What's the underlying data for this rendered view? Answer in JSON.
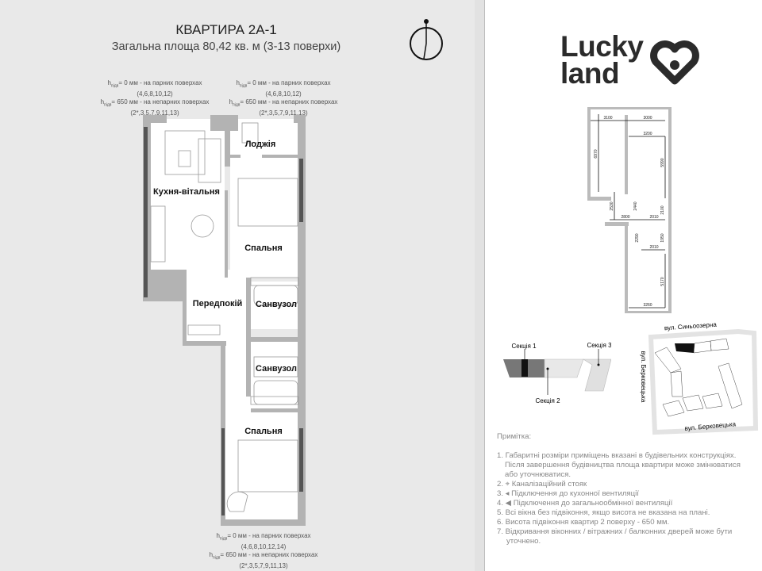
{
  "header": {
    "title": "КВАРТИРА 2А-1",
    "subtitle": "Загальна площа 80,42 кв. м (3-13 поверхи)"
  },
  "sill_notes": {
    "top_left": {
      "h": "h",
      "sub": "підв",
      "line1": "0 мм - на парних поверхах",
      "line2": "(4,6,8,10,12)",
      "line3": "650 мм - на непарних поверхах",
      "line4": "(2*,3,5,7,9,11,13)"
    },
    "top_right": {
      "h": "h",
      "sub": "підв",
      "line1": "0 мм - на парних поверхах",
      "line2": "(4,6,8,10,12)",
      "line3": "650 мм - на непарних поверхах",
      "line4": "(2*,3,5,7,9,11,13)"
    },
    "bottom": {
      "h": "h",
      "sub": "підв",
      "line1": "0 мм - на парних поверхах",
      "line2": "(4,6,8,10,12,14)",
      "line3": "650 мм - на непарних поверхах",
      "line4": "(2*,3,5,7,9,11,13)"
    }
  },
  "rooms": {
    "kitchen": "Кухня-вітальня",
    "loggia": "Лоджія",
    "bedroom1": "Спальня",
    "hallway": "Передпокій",
    "bathroom1": "Санвузол",
    "bathroom2": "Санвузол",
    "bedroom2": "Спальня"
  },
  "logo": {
    "line1": "Lucky",
    "line2": "land"
  },
  "dimensions": [
    "3100",
    "3000",
    "3200",
    "6970",
    "5990",
    "2530",
    "2440",
    "2100",
    "2800",
    "2010",
    "2290",
    "1950",
    "2010",
    "5170",
    "3260"
  ],
  "site": {
    "section1": "Секція 1",
    "section2": "Секція 2",
    "section3": "Секція 3",
    "street_north": "вул. Синьоозерна",
    "street_west": "вул. Берковецька",
    "street_south": "вул. Берковецька"
  },
  "notes": {
    "heading": "Примітка:",
    "items": [
      "1. Габаритні розміри приміщень вказані в будівельних конструкціях.",
      "Після завершення будівництва площа квартири може змінюватися",
      "або уточнюватися.",
      "2.   ⌖  Каналізаційний стояк",
      "3.   ◂  Підключення до кухонної вентиляції",
      "4.   ◀  Підключення до загальнообмінної вентиляції",
      "5. Всі вікна без підвіконня, якщо висота не вказана на плані.",
      "6. Висота підвіконня  квартир 2 поверху - 650 мм.",
      "7. Відкривання віконних / вітражних / балконних дверей може бути",
      "уточнено."
    ]
  }
}
